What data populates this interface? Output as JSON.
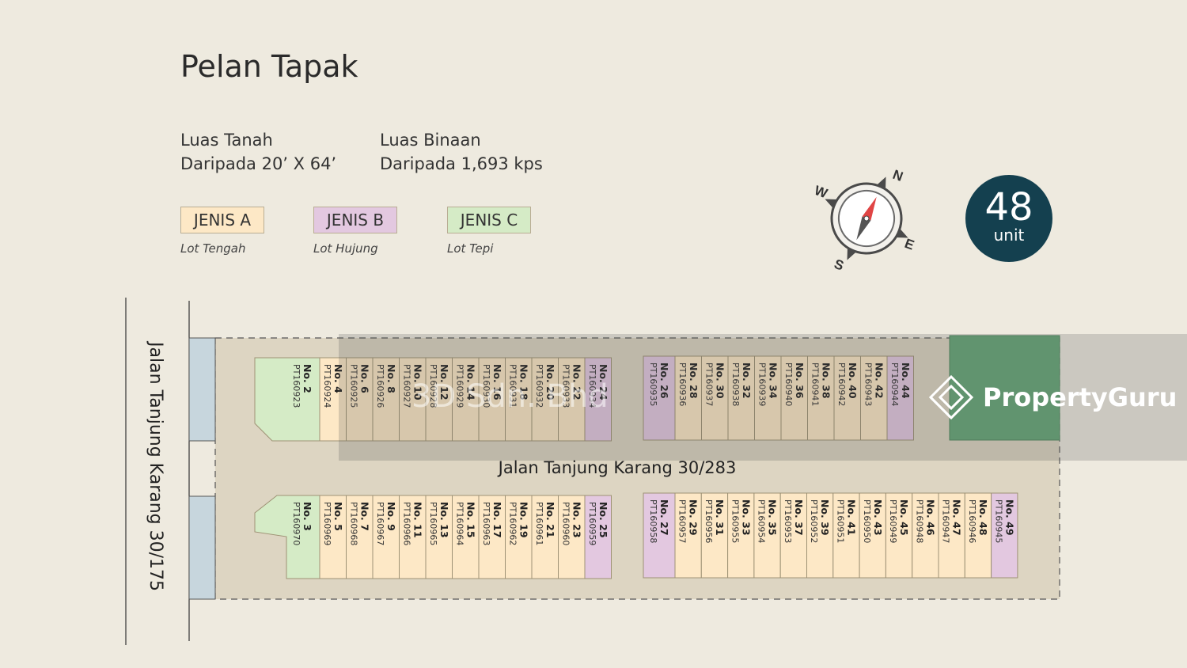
{
  "title": "Pelan Tapak",
  "land": {
    "label": "Luas Tanah",
    "value": "Daripada 20’ X 64’"
  },
  "built": {
    "label": "Luas Binaan",
    "value": "Daripada 1,693 kps"
  },
  "legend": [
    {
      "label": "JENIS A",
      "sub": "Lot Tengah",
      "color": "#fde8c6"
    },
    {
      "label": "JENIS B",
      "sub": "Lot Hujung",
      "color": "#e3c8e0"
    },
    {
      "label": "JENIS C",
      "sub": "Lot Tepi",
      "color": "#d5ebc6"
    }
  ],
  "compass": {
    "n": "N",
    "e": "E",
    "s": "S",
    "w": "W"
  },
  "units": {
    "count": "48",
    "label": "unit"
  },
  "roads": {
    "main": "Jalan Tanjung Karang 30/283",
    "side": "Jalan Tanjung Karang 30/175"
  },
  "watermark": {
    "brand": "PropertyGuru",
    "agency": "3D Sdn. Bhd"
  },
  "colors": {
    "type_a": "#fde8c6",
    "type_b": "#e3c8e0",
    "type_c": "#d5ebc6",
    "green_area": "#66a778",
    "badge": "#14404f"
  },
  "lots_top_left": [
    {
      "no": "No. 2",
      "pt": "PT160923",
      "type": "C"
    },
    {
      "no": "No. 4",
      "pt": "PT160924",
      "type": "A"
    },
    {
      "no": "No. 6",
      "pt": "PT160925",
      "type": "A"
    },
    {
      "no": "No. 8",
      "pt": "PT160926",
      "type": "A"
    },
    {
      "no": "No. 10",
      "pt": "PT160927",
      "type": "A"
    },
    {
      "no": "No. 12",
      "pt": "PT160928",
      "type": "A"
    },
    {
      "no": "No. 14",
      "pt": "PT160929",
      "type": "A"
    },
    {
      "no": "No. 16",
      "pt": "PT160930",
      "type": "A"
    },
    {
      "no": "No. 18",
      "pt": "PT160931",
      "type": "A"
    },
    {
      "no": "No. 20",
      "pt": "PT160932",
      "type": "A"
    },
    {
      "no": "No. 22",
      "pt": "PT160933",
      "type": "A"
    },
    {
      "no": "No. 24",
      "pt": "PT160934",
      "type": "B"
    }
  ],
  "lots_top_right": [
    {
      "no": "No. 26",
      "pt": "PT160935",
      "type": "B"
    },
    {
      "no": "No. 28",
      "pt": "PT160936",
      "type": "A"
    },
    {
      "no": "No. 30",
      "pt": "PT160937",
      "type": "A"
    },
    {
      "no": "No. 32",
      "pt": "PT160938",
      "type": "A"
    },
    {
      "no": "No. 34",
      "pt": "PT160939",
      "type": "A"
    },
    {
      "no": "No. 36",
      "pt": "PT160940",
      "type": "A"
    },
    {
      "no": "No. 38",
      "pt": "PT160941",
      "type": "A"
    },
    {
      "no": "No. 40",
      "pt": "PT160942",
      "type": "A"
    },
    {
      "no": "No. 42",
      "pt": "PT160943",
      "type": "A"
    },
    {
      "no": "No. 44",
      "pt": "PT160944",
      "type": "B"
    }
  ],
  "lots_bottom_left": [
    {
      "no": "No. 3",
      "pt": "PT160970",
      "type": "C"
    },
    {
      "no": "No. 5",
      "pt": "PT160969",
      "type": "A"
    },
    {
      "no": "No. 7",
      "pt": "PT160968",
      "type": "A"
    },
    {
      "no": "No. 9",
      "pt": "PT160967",
      "type": "A"
    },
    {
      "no": "No. 11",
      "pt": "PT160966",
      "type": "A"
    },
    {
      "no": "No. 13",
      "pt": "PT160965",
      "type": "A"
    },
    {
      "no": "No. 15",
      "pt": "PT160964",
      "type": "A"
    },
    {
      "no": "No. 17",
      "pt": "PT160963",
      "type": "A"
    },
    {
      "no": "No. 19",
      "pt": "PT160962",
      "type": "A"
    },
    {
      "no": "No. 21",
      "pt": "PT160961",
      "type": "A"
    },
    {
      "no": "No. 23",
      "pt": "PT160960",
      "type": "A"
    },
    {
      "no": "No. 25",
      "pt": "PT160959",
      "type": "B"
    }
  ],
  "lots_bottom_right": [
    {
      "no": "No. 27",
      "pt": "PT160958",
      "type": "B"
    },
    {
      "no": "No. 29",
      "pt": "PT160957",
      "type": "A"
    },
    {
      "no": "No. 31",
      "pt": "PT160956",
      "type": "A"
    },
    {
      "no": "No. 33",
      "pt": "PT160955",
      "type": "A"
    },
    {
      "no": "No. 35",
      "pt": "PT160954",
      "type": "A"
    },
    {
      "no": "No. 37",
      "pt": "PT160953",
      "type": "A"
    },
    {
      "no": "No. 39",
      "pt": "PT160952",
      "type": "A"
    },
    {
      "no": "No. 41",
      "pt": "PT160951",
      "type": "A"
    },
    {
      "no": "No. 43",
      "pt": "PT160950",
      "type": "A"
    },
    {
      "no": "No. 45",
      "pt": "PT160949",
      "type": "A"
    },
    {
      "no": "No. 46",
      "pt": "PT160948",
      "type": "A"
    },
    {
      "no": "No. 47",
      "pt": "PT160947",
      "type": "A"
    },
    {
      "no": "No. 48",
      "pt": "PT160946",
      "type": "A"
    },
    {
      "no": "No. 49",
      "pt": "PT160945",
      "type": "B"
    }
  ]
}
